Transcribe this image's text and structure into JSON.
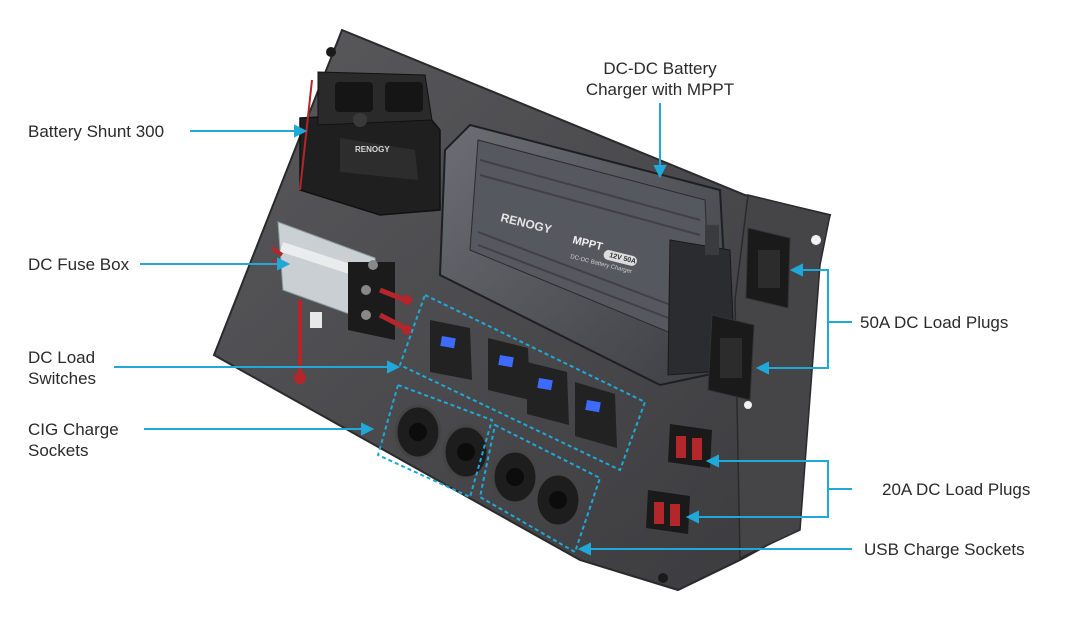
{
  "labels": {
    "battery_shunt": "Battery Shunt 300",
    "dc_dc_charger_line1": "DC-DC Battery",
    "dc_dc_charger_line2": "Charger with MPPT",
    "dc_fuse_box": "DC Fuse Box",
    "dc_load_switches_line1": "DC Load",
    "dc_load_switches_line2": "Switches",
    "cig_sockets_line1": "CIG Charge",
    "cig_sockets_line2": "Sockets",
    "plugs_50a": "50A DC Load Plugs",
    "plugs_20a": "20A DC Load Plugs",
    "usb_sockets": "USB Charge Sockets"
  },
  "device": {
    "brand_charger": "RENOGY",
    "charger_model": "MPPT",
    "charger_badge": "12V 50A",
    "charger_subtitle": "DC-DC Battery Charger",
    "brand_shunt": "RENOGY"
  },
  "colors": {
    "callout": "#1fa8d8",
    "panel": "#4a4a4d",
    "panel_dark": "#2e2e30",
    "switch_led": "#3d6bff",
    "wire_red": "#b3262a"
  }
}
